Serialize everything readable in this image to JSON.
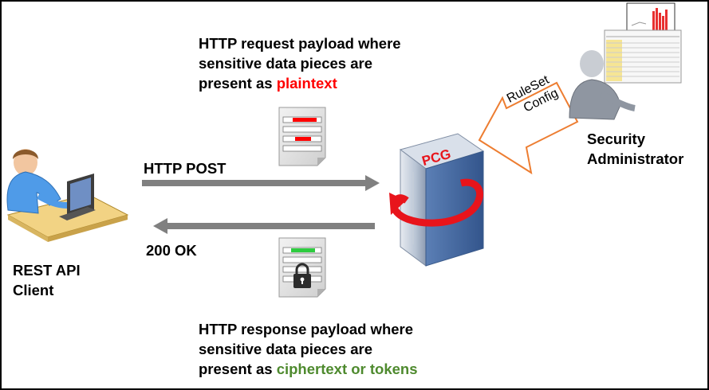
{
  "request_payload": {
    "line1": "HTTP request payload where",
    "line2": "sensitive data pieces are",
    "line3_prefix": "present as ",
    "highlight": "plaintext"
  },
  "response_payload": {
    "line1": "HTTP response payload where",
    "line2": "sensitive data pieces are",
    "line3_prefix": "present as ",
    "highlight": "ciphertext or tokens"
  },
  "http_post_label": "HTTP POST",
  "ok_label": "200 OK",
  "client": {
    "line1": "REST API",
    "line2": "Client"
  },
  "server_label": "PCG",
  "ruleset_callout": {
    "line1": "RuleSet",
    "line2": "Config"
  },
  "admin": {
    "line1": "Security",
    "line2": "Administrator"
  },
  "colors": {
    "plaintext": "#ff0000",
    "ciphertext": "#4e8a2e",
    "arrow": "#808080",
    "callout_border": "#ed7d31",
    "server_body": "#7a9cc6",
    "server_swirl": "#e8141b"
  }
}
